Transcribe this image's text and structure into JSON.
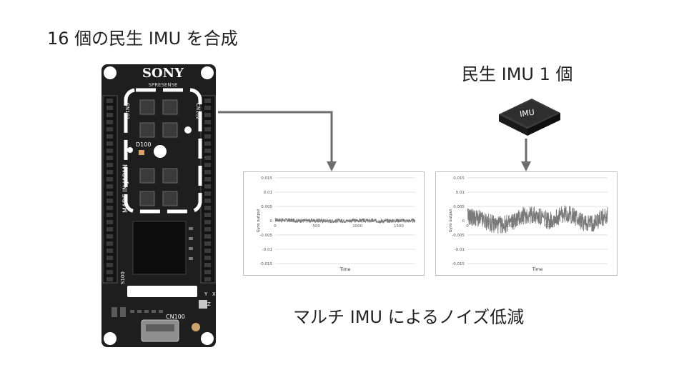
{
  "labels": {
    "title_left": "16 個の民生 IMU を合成",
    "title_right": "民生 IMU 1 個",
    "caption_bottom": "マルチ IMU によるノイズ低減"
  },
  "board": {
    "brand": "SONY",
    "model": "SPRESENSE",
    "made_in": "MADE IN JAPAN",
    "cn_label_left": "CN101",
    "cn_label_right": "CN102",
    "d_label": "D100",
    "s_label": "S100",
    "cn_bottom": "CN100",
    "axis_y": "Y",
    "axis_z": "Z",
    "axis_x": "X"
  },
  "imu_chip": {
    "label": "IMU"
  },
  "colors": {
    "board": "#1e1e1e",
    "arrow": "#6d6d6d",
    "signal": "#7a7a7a",
    "grid": "#d9d9d9",
    "chip_top": "#2e2e2e"
  },
  "chart_data": [
    {
      "type": "line",
      "name": "multi",
      "xlabel": "Time",
      "ylabel": "Gyro output",
      "ylim": [
        -0.015,
        0.015
      ],
      "yticks": [
        0.015,
        0.01,
        0.005,
        0,
        -0.005,
        -0.01,
        -0.015
      ],
      "ytick_labels": [
        "0.015",
        "0.01",
        "0.005",
        "0",
        "-0.005",
        "-0.01",
        "-0.015"
      ],
      "xlim": [
        0,
        1700
      ],
      "xticks": [
        0,
        500,
        1000,
        1500
      ],
      "xtick_labels": [
        "0",
        "500",
        "1000",
        "1500"
      ],
      "grid": true,
      "series": [
        {
          "x": [
            0,
            100,
            200,
            300,
            400,
            500,
            600,
            700,
            800,
            900,
            1000,
            1100,
            1200,
            1300,
            1400,
            1500,
            1600,
            1700
          ],
          "y_mean": [
            0.0003,
            0.0002,
            0.0001,
            0.0,
            0.0,
            0.0001,
            0.0,
            -0.0001,
            0.0,
            0.0,
            0.0001,
            0.0,
            0.0,
            -0.0001,
            0.0,
            0.0001,
            0.0,
            0.0
          ],
          "y_amplitude": 0.0007
        }
      ]
    },
    {
      "type": "line",
      "name": "single",
      "xlabel": "Time",
      "ylabel": "Gyro output",
      "ylim": [
        -0.015,
        0.015
      ],
      "yticks": [
        0.015,
        0.01,
        0.005,
        0,
        -0.005,
        -0.01,
        -0.015
      ],
      "ytick_labels": [
        "0.015",
        "0.01",
        "0.005",
        "0",
        "-0.005",
        "-0.01",
        "-0.015"
      ],
      "xlim": [
        0,
        1700
      ],
      "xticks": [
        0,
        500,
        1000,
        1500
      ],
      "xtick_labels": [
        "0",
        "500",
        "1000",
        "1500"
      ],
      "grid": true,
      "series": [
        {
          "x": [
            0,
            100,
            200,
            300,
            400,
            500,
            600,
            700,
            800,
            900,
            1000,
            1100,
            1200,
            1300,
            1400,
            1500,
            1600,
            1700
          ],
          "y_mean": [
            0.0015,
            0.001,
            0.0,
            -0.001,
            -0.0015,
            -0.001,
            0.0005,
            0.002,
            0.002,
            0.001,
            0.0,
            0.0015,
            0.0025,
            0.0015,
            -0.0005,
            -0.001,
            0.0005,
            0.002
          ],
          "y_amplitude": 0.0032
        }
      ]
    }
  ]
}
